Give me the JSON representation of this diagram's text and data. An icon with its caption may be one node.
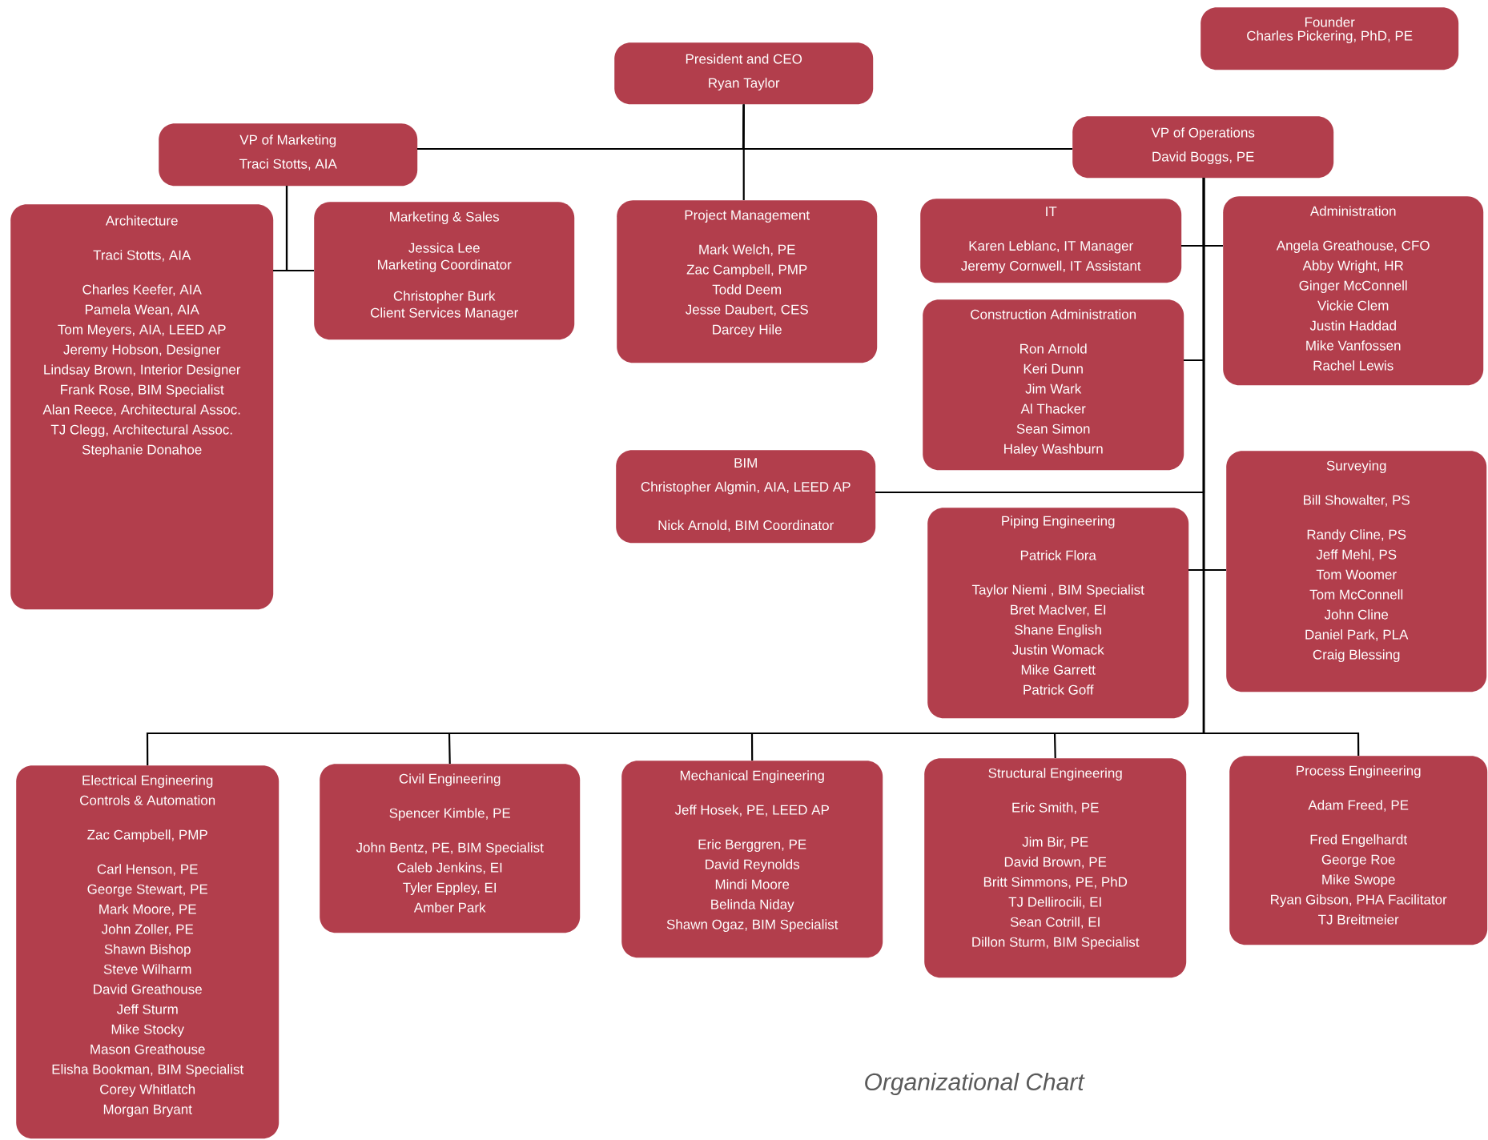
{
  "diagram": {
    "title": "Organizational Chart",
    "nodes": [
      {
        "text": [
          "Founder",
          "Charles Pickering, PhD, PE"
        ]
      },
      {
        "text": [
          "President and CEO",
          "Ryan Taylor"
        ]
      },
      {
        "text": [
          "VP of Marketing",
          "Traci Stotts, AIA"
        ]
      },
      {
        "text": [
          "VP of Operations",
          "David Boggs, PE"
        ]
      },
      {
        "text": [
          "Architecture",
          "Traci Stotts, AIA",
          "Charles Keefer, AIA",
          "Pamela Wean, AIA",
          "Tom Meyers, AIA, LEED AP",
          "Jeremy Hobson, Designer",
          "Lindsay Brown, Interior Designer",
          "Frank Rose, BIM Specialist",
          "Alan Reece, Architectural Assoc.",
          "TJ Clegg, Architectural Assoc.",
          "Stephanie Donahoe"
        ]
      },
      {
        "text": [
          "Marketing & Sales",
          "Jessica Lee",
          "Marketing Coordinator",
          "Christopher Burk",
          "Client Services Manager"
        ]
      },
      {
        "text": [
          "Project Management",
          "Mark Welch, PE",
          "Zac Campbell, PMP",
          "Todd Deem",
          "Jesse Daubert, CES",
          "Darcey Hile"
        ]
      },
      {
        "text": [
          "IT",
          "Karen Leblanc, IT Manager",
          "Jeremy Cornwell, IT Assistant"
        ]
      },
      {
        "text": [
          "Administration",
          "Angela Greathouse, CFO",
          "Abby Wright, HR",
          "Ginger McConnell",
          "Vickie Clem",
          "Justin Haddad",
          "Mike Vanfossen",
          "Rachel Lewis"
        ]
      },
      {
        "text": [
          "Construction Administration",
          "Ron Arnold",
          "Keri Dunn",
          "Jim Wark",
          "Al Thacker",
          "Sean Simon",
          "Haley Washburn"
        ]
      },
      {
        "text": [
          "BIM",
          "Christopher Algmin, AIA, LEED AP",
          "Nick Arnold, BIM Coordinator"
        ]
      },
      {
        "text": [
          "Surveying",
          "Bill Showalter, PS",
          "Randy Cline, PS",
          "Jeff Mehl, PS",
          "Tom Woomer",
          "Tom McConnell",
          "John Cline",
          "Daniel Park, PLA",
          "Craig Blessing"
        ]
      },
      {
        "text": [
          "Piping Engineering",
          "Patrick Flora",
          "Taylor Niemi , BIM Specialist",
          "Bret MacIver, EI",
          "Shane English",
          "Justin Womack",
          "Mike Garrett",
          "Patrick Goff"
        ]
      },
      {
        "text": [
          "Electrical Engineering",
          "Controls & Automation",
          "Zac Campbell, PMP",
          "Carl Henson, PE",
          "George Stewart, PE",
          "Mark Moore, PE",
          "John Zoller, PE",
          "Shawn Bishop",
          "Steve Wilharm",
          "David Greathouse",
          "Jeff Sturm",
          "Mike Stocky",
          "Mason Greathouse",
          "Elisha Bookman, BIM Specialist",
          "Corey Whitlatch",
          "Morgan Bryant"
        ]
      },
      {
        "text": [
          "Civil Engineering",
          "Spencer Kimble, PE",
          "John Bentz, PE, BIM Specialist",
          "Caleb Jenkins, EI",
          "Tyler Eppley, EI",
          "Amber Park"
        ]
      },
      {
        "text": [
          "Mechanical Engineering",
          "Jeff Hosek, PE, LEED AP",
          "Eric Berggren, PE",
          "David Reynolds",
          "Mindi Moore",
          "Belinda Niday",
          "Shawn Ogaz, BIM Specialist"
        ]
      },
      {
        "text": [
          "Structural Engineering",
          "Eric Smith, PE",
          "Jim Bir, PE",
          "David Brown, PE",
          "Britt Simmons, PE, PhD",
          "TJ Dellirocili, EI",
          "Sean Cotrill, EI",
          "Dillon Sturm, BIM Specialist"
        ]
      },
      {
        "text": [
          "Process Engineering",
          "Adam Freed, PE",
          "Fred Engelhardt",
          "George Roe",
          "Mike Swope",
          "Ryan Gibson, PHA Facilitator",
          "TJ Breitmeier"
        ]
      }
    ],
    "edges": [
      {
        "from": 1,
        "to": 2,
        "arrow": "none"
      },
      {
        "from": 1,
        "to": 3,
        "arrow": "none"
      },
      {
        "from": 1,
        "to": 6,
        "arrow": "none"
      },
      {
        "from": 2,
        "to": 4,
        "arrow": "none"
      },
      {
        "from": 2,
        "to": 5,
        "arrow": "none"
      },
      {
        "from": 3,
        "to": 7,
        "arrow": "none"
      },
      {
        "from": 3,
        "to": 8,
        "arrow": "none"
      },
      {
        "from": 3,
        "to": 9,
        "arrow": "none"
      },
      {
        "from": 3,
        "to": 10,
        "arrow": "none"
      },
      {
        "from": 3,
        "to": 11,
        "arrow": "none"
      },
      {
        "from": 3,
        "to": 12,
        "arrow": "none"
      },
      {
        "from": 3,
        "to": 13,
        "arrow": "none"
      },
      {
        "from": 3,
        "to": 14,
        "arrow": "none"
      },
      {
        "from": 3,
        "to": 15,
        "arrow": "none"
      },
      {
        "from": 3,
        "to": 16,
        "arrow": "none"
      },
      {
        "from": 3,
        "to": 17,
        "arrow": "none"
      }
    ]
  }
}
